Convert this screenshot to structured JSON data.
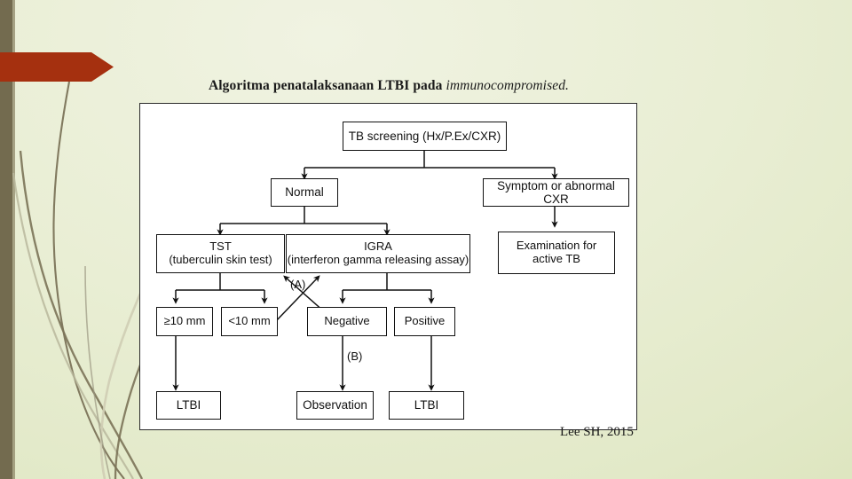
{
  "slide": {
    "title_main": "Algoritma penatalaksanaan LTBI pada ",
    "title_italic": "immunocompromised.",
    "citation": "Lee SH, 2015",
    "accent_red": "#a5300f",
    "background_green": "#e9eed4",
    "olive_bar": "#736b4f"
  },
  "figure": {
    "nodes": [
      {
        "id": "tb-screening",
        "label": "TB screening (Hx/P.Ex/CXR)"
      },
      {
        "id": "normal",
        "label": "Normal"
      },
      {
        "id": "symptom-cxr",
        "label": "Symptom or abnormal CXR"
      },
      {
        "id": "tst",
        "label_line1": "TST",
        "label_line2": "(tuberculin skin test)"
      },
      {
        "id": "igra",
        "label_line1": "IGRA",
        "label_line2": "(interferon gamma releasing assay)"
      },
      {
        "id": "examination",
        "label_line1": "Examination for",
        "label_line2": "active TB"
      },
      {
        "id": "tst-ge-10mm",
        "label": "≥10 mm"
      },
      {
        "id": "tst-lt-10mm",
        "label": "<10 mm"
      },
      {
        "id": "igra-negative",
        "label": "Negative"
      },
      {
        "id": "igra-positive",
        "label": "Positive"
      },
      {
        "id": "ltbi-left",
        "label": "LTBI"
      },
      {
        "id": "observation",
        "label": "Observation"
      },
      {
        "id": "ltbi-right",
        "label": "LTBI"
      }
    ],
    "annotations": [
      {
        "id": "annotation-a",
        "label": "(A)"
      },
      {
        "id": "annotation-b",
        "label": "(B)"
      }
    ]
  }
}
